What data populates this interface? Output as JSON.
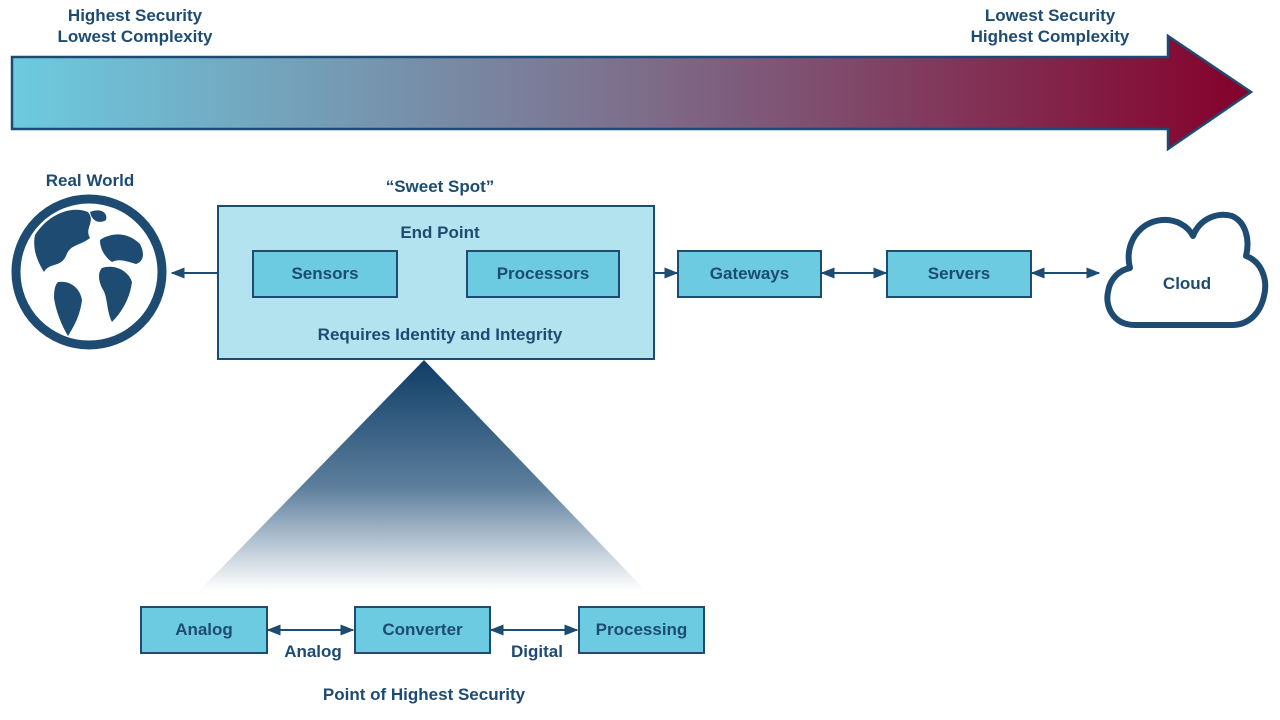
{
  "top_arrow": {
    "left_label": [
      "Highest Security",
      "Lowest Complexity"
    ],
    "right_label": [
      "Lowest Security",
      "Highest Complexity"
    ],
    "gradient_start": "#6ccbe0",
    "gradient_mid": "#7d6f8c",
    "gradient_end": "#85002a"
  },
  "real_world": {
    "label": "Real World"
  },
  "sweet_spot": {
    "title": "“Sweet Spot”",
    "end_point_label": "End Point",
    "requirement": "Requires Identity and Integrity",
    "components": [
      "Sensors",
      "Processors"
    ]
  },
  "chain": [
    "Gateways",
    "Servers"
  ],
  "cloud": {
    "label": "Cloud"
  },
  "signal_chain": {
    "blocks": [
      "Analog",
      "Converter",
      "Processing"
    ],
    "links": [
      "Analog",
      "Digital"
    ],
    "caption": "Point of Highest Security"
  },
  "colors": {
    "navy": "#1d4b72",
    "box_fill": "#6ccbe0",
    "outer_fill": "#b3e3ee"
  }
}
